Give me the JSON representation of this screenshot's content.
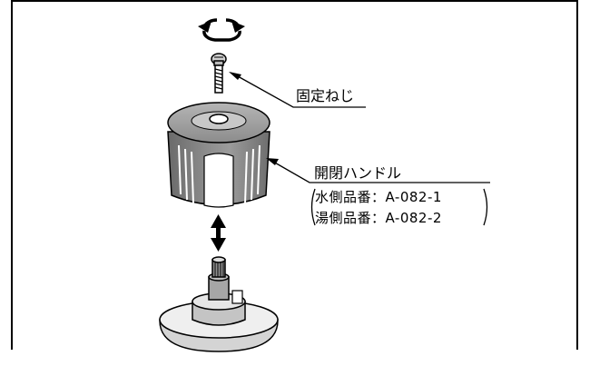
{
  "labels": {
    "screw": "固定ねじ",
    "handle": "開閉ハンドル",
    "part_water": "水側品番：A-082-1",
    "part_hot": "湯側品番：A-082-2"
  },
  "icons": {
    "rotate": "rotate-arrows-icon",
    "up_down": "double-arrow-vertical-icon"
  }
}
